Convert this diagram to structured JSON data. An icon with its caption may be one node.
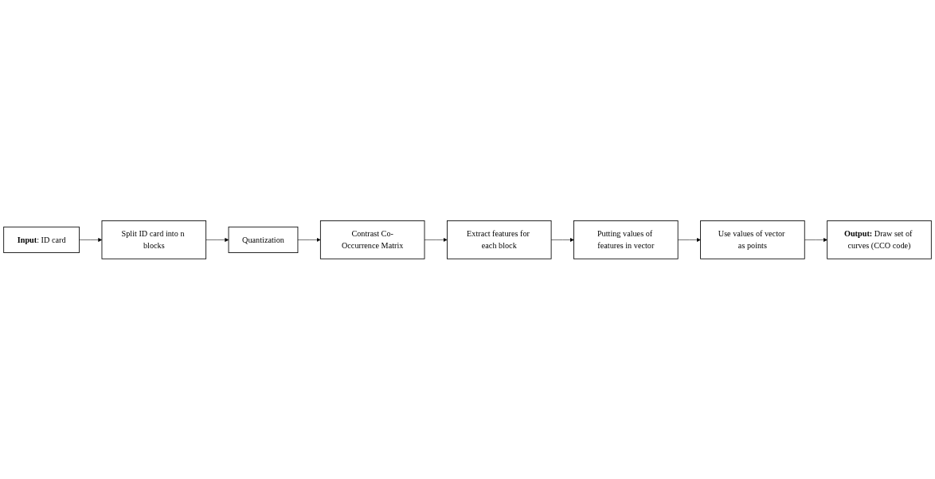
{
  "diagram": {
    "nodes": [
      {
        "text": [
          "**Input**: ID card"
        ]
      },
      {
        "text": [
          "Split ID card into n blocks"
        ]
      },
      {
        "text": [
          "Quantization"
        ]
      },
      {
        "text": [
          "Contrast Co-Occurrence Matrix"
        ]
      },
      {
        "text": [
          "Extract features for each block"
        ]
      },
      {
        "text": [
          "Putting values of features in vector"
        ]
      },
      {
        "text": [
          "Use values of vector as points"
        ]
      },
      {
        "text": [
          "**Output:** Draw set of curves (CCO code)"
        ]
      }
    ],
    "edges": [
      {
        "from": 0,
        "to": 1,
        "arrow": "to"
      },
      {
        "from": 1,
        "to": 2,
        "arrow": "to"
      },
      {
        "from": 2,
        "to": 3,
        "arrow": "to"
      },
      {
        "from": 3,
        "to": 4,
        "arrow": "to"
      },
      {
        "from": 4,
        "to": 5,
        "arrow": "to"
      },
      {
        "from": 5,
        "to": 6,
        "arrow": "to"
      },
      {
        "from": 6,
        "to": 7,
        "arrow": "to"
      }
    ]
  }
}
